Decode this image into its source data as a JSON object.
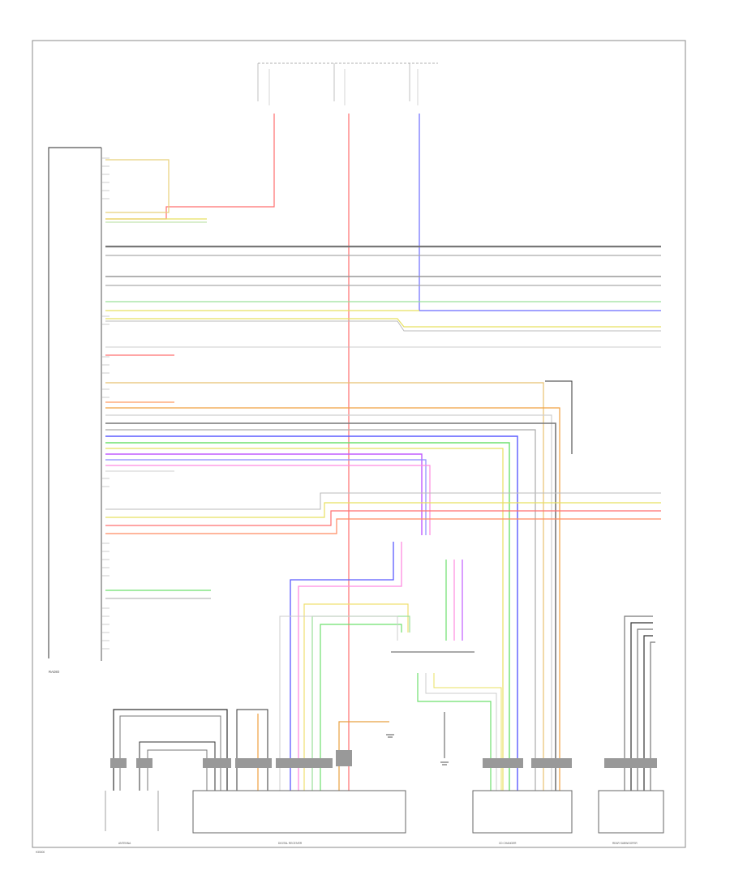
{
  "labels": {
    "radio": "RADIO",
    "antenna": "ANTENNA",
    "digital_receiver": "DIGITAL RECEIVER",
    "cd_changer": "CD CHANGER",
    "rear_subwoofer": "REAR SUBWOOFER",
    "page_ref": "H35000"
  },
  "colors": {
    "red": "#ff6f6f",
    "pink": "#ff9a9a",
    "blue": "#5b5bff",
    "purple": "#c05bff",
    "magenta": "#ff5bd6",
    "yellow": "#e8e060",
    "green": "#6ee06e",
    "orange": "#f0a040",
    "gray": "#9a9a9a",
    "dark": "#333333",
    "tan": "#d8b878"
  }
}
